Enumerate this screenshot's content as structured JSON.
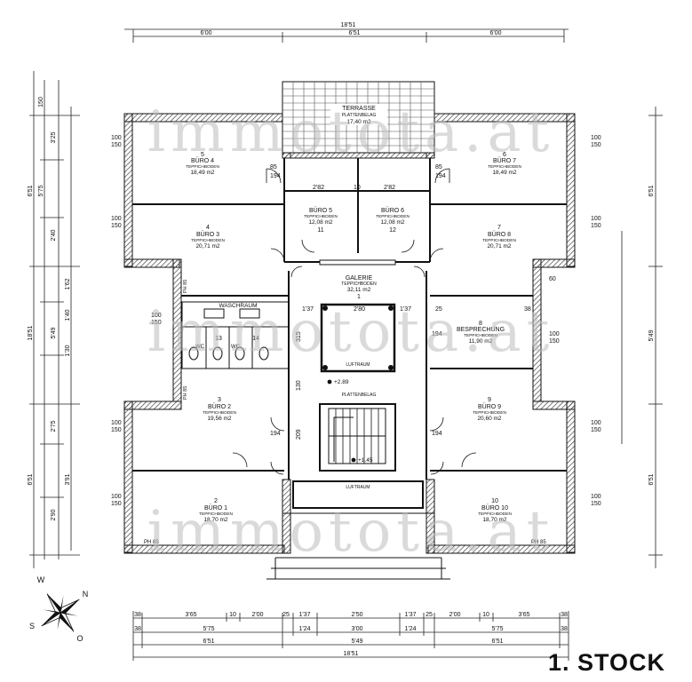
{
  "drawing_title": "1. STOCK",
  "watermark": "immotota.at",
  "terrace": {
    "name": "TERRASSE",
    "surface": "PLATTENBELAG",
    "area": "17,40 m2"
  },
  "gallery": {
    "name": "GALERIE",
    "surface": "TEPPICHBODEN",
    "area": "32,11 m2",
    "num": "1"
  },
  "void_label": "LUFTRAUM",
  "stair": {
    "surface": "PLATTENBELAG",
    "level_top": "+2.89",
    "level_bottom": "+1.45"
  },
  "rooms": [
    {
      "num": "2",
      "name": "BÜRO 1",
      "surface": "TEPPICHBODEN",
      "area": "18,70 m2"
    },
    {
      "num": "3",
      "name": "BÜRO 2",
      "surface": "TEPPICHBODEN",
      "area": "19,56 m2"
    },
    {
      "num": "4",
      "name": "BÜRO 3",
      "surface": "TEPPICHBODEN",
      "area": "20,71 m2"
    },
    {
      "num": "5",
      "name": "BÜRO 4",
      "surface": "TEPPICHBODEN",
      "area": "18,49 m2"
    },
    {
      "num": "11",
      "name": "BÜRO 5",
      "surface": "TEPPICHBODEN",
      "area": "12,08 m2"
    },
    {
      "num": "12",
      "name": "BÜRO 6",
      "surface": "TEPPICHBODEN",
      "area": "12,08 m2"
    },
    {
      "num": "6",
      "name": "BÜRO 7",
      "surface": "TEPPICHBODEN",
      "area": "18,49 m2"
    },
    {
      "num": "7",
      "name": "BÜRO 8",
      "surface": "TEPPICHBODEN",
      "area": "20,71 m2"
    },
    {
      "num": "9",
      "name": "BÜRO 9",
      "surface": "TEPPICHBODEN",
      "area": "20,60 m2"
    },
    {
      "num": "10",
      "name": "BÜRO 10",
      "surface": "TEPPICHBODEN",
      "area": "18,70 m2"
    }
  ],
  "meeting": {
    "num": "8",
    "name": "BESPRECHUNG",
    "surface": "TEPPICHBODEN",
    "area": "11,90 m2"
  },
  "wet": {
    "washroom": "WASCHRAUM",
    "wc": "WC",
    "num_a": "13",
    "num_b": "14"
  },
  "ph_label": "PH 85",
  "compass": [
    "N",
    "O",
    "S",
    "W"
  ],
  "top_dims": {
    "overall": "18'51",
    "left": "6'00",
    "mid": "6'51",
    "right": "6'00"
  },
  "bottom_dims": {
    "row1": [
      "3'65",
      "10",
      "2'00",
      "25",
      "1'37",
      "2'50",
      "1'37",
      "25",
      "2'00",
      "10",
      "3'65"
    ],
    "row2": [
      "5'75",
      "1'24",
      "3'00",
      "1'24",
      "5'75"
    ],
    "row3": [
      "6'51",
      "5'49",
      "6'51"
    ],
    "overall": "18'51",
    "edge": "38"
  },
  "left_dims": [
    "6'51",
    "5'49",
    "6'51",
    "18'51",
    "150",
    "3'25",
    "5'75",
    "2'40",
    "1'62",
    "1'40",
    "1'30",
    "2'75",
    "2'90",
    "3'91"
  ],
  "right_dims": [
    "6'51",
    "5'49",
    "6'51"
  ],
  "window_dims": [
    "100",
    "150"
  ],
  "inner_dims": [
    "2'82",
    "10",
    "2'82",
    "2'80",
    "1'37",
    "1'37",
    "194",
    "85",
    "25",
    "38",
    "60",
    "130",
    "315",
    "209",
    "100"
  ]
}
